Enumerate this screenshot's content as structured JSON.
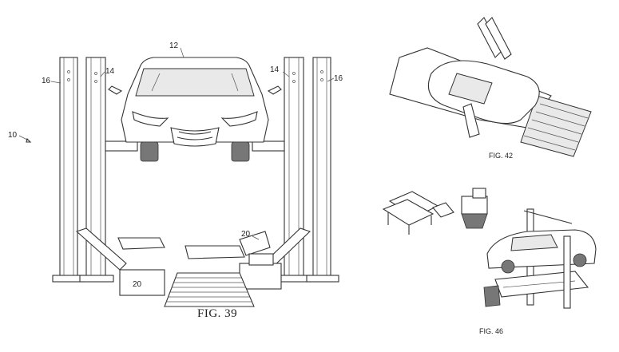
{
  "figures": {
    "fig39": {
      "caption": "FIG. 39",
      "ref_system": "10",
      "ref_vehicle": "12",
      "ref_inner_post_left": "14",
      "ref_inner_post_right": "14",
      "ref_outer_post_left": "16",
      "ref_outer_post_right": "16",
      "ref_tool_cart_left": "20",
      "ref_tool_cart_right": "20"
    },
    "fig42": {
      "caption": "FIG. 42"
    },
    "fig46": {
      "caption": "FIG. 46"
    }
  }
}
